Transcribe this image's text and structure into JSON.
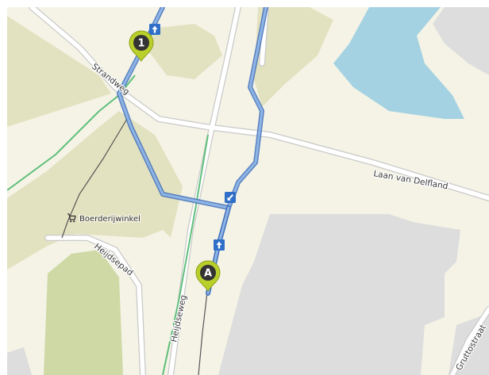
{
  "map": {
    "colors": {
      "background": "#f4f3e6",
      "park": "#e3e2c0",
      "field": "#cfd9a6",
      "water": "#a5d2e2",
      "building": "#dddddd",
      "road": "#ffffff",
      "road_casing": "#c9c9c9",
      "route": "#6e9bd6",
      "route_outline": "#3f6fb8",
      "rail_green": "#5fbf7a",
      "marker_green": "#b9cf2a",
      "marker_dark": "#333333"
    },
    "street_labels": [
      "Strandweg",
      "Laan van Delfland",
      "Heijdsepad",
      "Heijdseweg",
      "Gruttostraat"
    ],
    "poi": {
      "label": "Boerderijwinkel",
      "icon": "shopping-cart-icon"
    },
    "markers": [
      {
        "label": "1",
        "icon": "map-pin-icon"
      },
      {
        "label": "A",
        "icon": "map-pin-icon"
      }
    ],
    "maneuvers": [
      {
        "name": "arrow-up-icon"
      },
      {
        "name": "arrow-down-left-icon"
      },
      {
        "name": "arrow-up-icon"
      }
    ]
  }
}
